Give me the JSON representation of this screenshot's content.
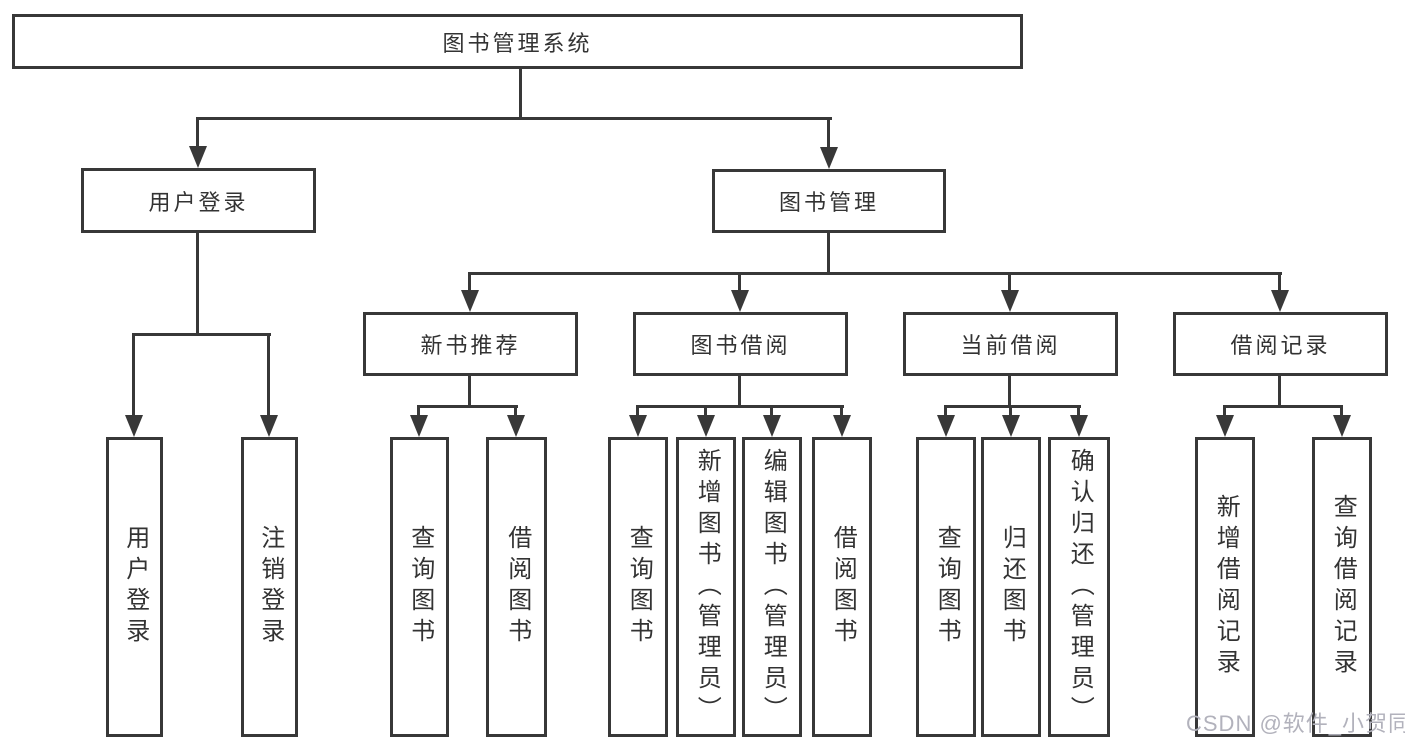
{
  "watermark": "CSDN @软件_小贺同学",
  "colors": {
    "line": "#383838",
    "box_background": "#ffffff",
    "text": "#333333",
    "watermark_text": "#b2b2bc"
  },
  "tree": {
    "label": "图书管理系统",
    "children": [
      {
        "label": "用户登录",
        "children": [
          {
            "label": "用户登录"
          },
          {
            "label": "注销登录"
          }
        ]
      },
      {
        "label": "图书管理",
        "children": [
          {
            "label": "新书推荐",
            "children": [
              {
                "label": "查询图书"
              },
              {
                "label": "借阅图书"
              }
            ]
          },
          {
            "label": "图书借阅",
            "children": [
              {
                "label": "查询图书"
              },
              {
                "label": "新增图书（管理员）"
              },
              {
                "label": "编辑图书（管理员）"
              },
              {
                "label": "借阅图书"
              }
            ]
          },
          {
            "label": "当前借阅",
            "children": [
              {
                "label": "查询图书"
              },
              {
                "label": "归还图书"
              },
              {
                "label": "确认归还（管理员）"
              }
            ]
          },
          {
            "label": "借阅记录",
            "children": [
              {
                "label": "新增借阅记录"
              },
              {
                "label": "查询借阅记录"
              }
            ]
          }
        ]
      }
    ]
  }
}
